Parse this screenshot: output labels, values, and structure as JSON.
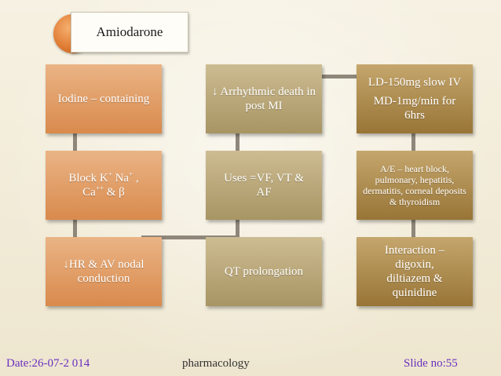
{
  "title": "Amiodarone",
  "column1": {
    "box1": "Iodine – containing",
    "box2": {
      "line1_a": "Block K",
      "k_sup": "+",
      "line1_b": " Na",
      "na_sup": "+",
      "line1_c": " ,",
      "line2_a": "Ca",
      "ca_sup": "++",
      "line2_b": " & β"
    },
    "box3": "↓HR & AV nodal conduction"
  },
  "column2": {
    "box1": "↓ Arrhythmic death in post MI",
    "box2": "Uses =VF, VT & AF",
    "box3": "QT prolongation"
  },
  "column3": {
    "box1_line1": "LD-150mg slow IV",
    "box1_line2": "MD-1mg/min for 6hrs",
    "box2": "A/E – heart block, pulmonary, hepatitis, dermatitis, corneal deposits & thyroidism",
    "box3": "Interaction – digoxin, diltiazem & quinidine"
  },
  "footer": {
    "date": "Date:26-07-2 014",
    "subject": "pharmacology",
    "slide": "Slide no:55"
  }
}
